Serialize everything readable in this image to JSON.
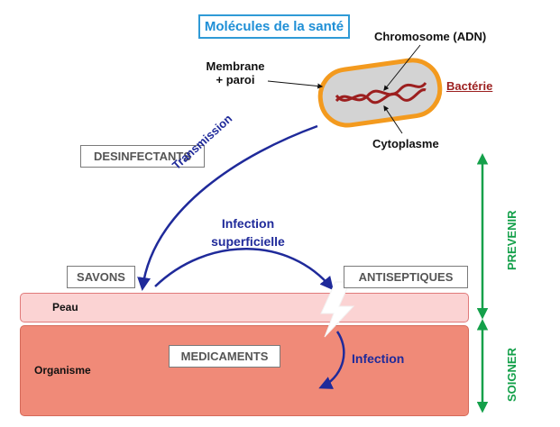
{
  "title": "Molécules de la santé",
  "bacterium": {
    "label": "Bactérie",
    "chromosome": "Chromosome (ADN)",
    "membrane_line1": "Membrane",
    "membrane_line2": "+ paroi",
    "cytoplasm": "Cytoplasme"
  },
  "boxes": {
    "desinfectants": "DESINFECTANTS",
    "savons": "SAVONS",
    "antiseptiques": "ANTISEPTIQUES",
    "medicaments": "MEDICAMENTS"
  },
  "arrows": {
    "transmission": "Transmission",
    "infection_superficielle_line1": "Infection",
    "infection_superficielle_line2": "superficielle",
    "infection": "Infection"
  },
  "layers": {
    "peau": "Peau",
    "organisme": "Organisme"
  },
  "side": {
    "prevenir": "PREVENIR",
    "soigner": "SOIGNER"
  },
  "colors": {
    "title": "#1f8fd6",
    "arrow_blue": "#1f2a9a",
    "bacterium_border": "#f39a1e",
    "dna": "#9c1f1f",
    "skin": "#fbd3d3",
    "organism": "#f08a78",
    "green": "#14a04a"
  }
}
